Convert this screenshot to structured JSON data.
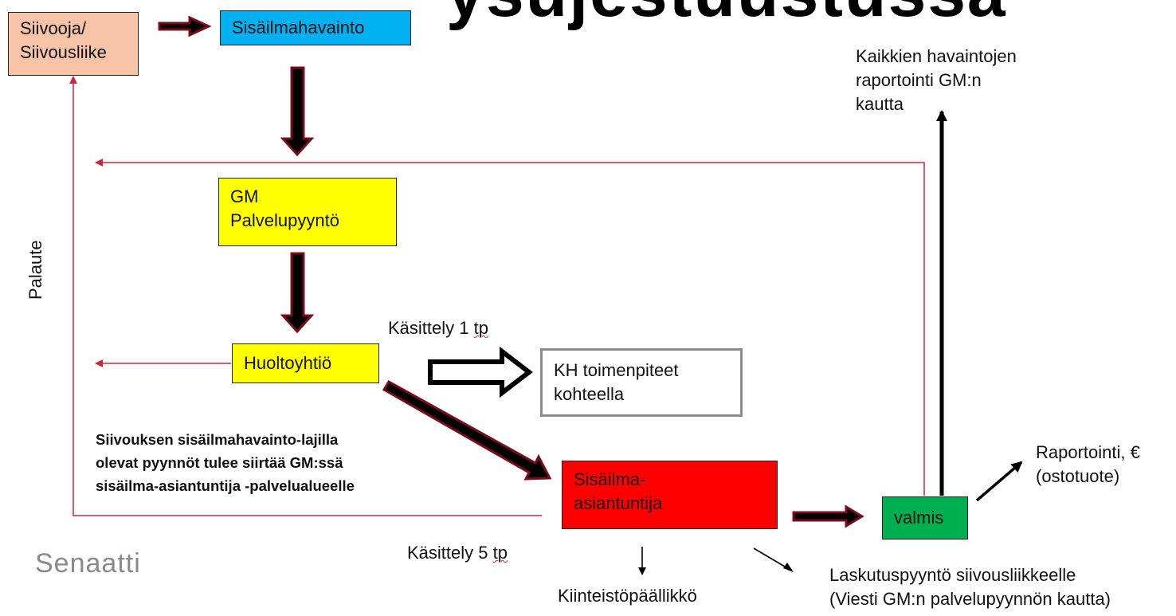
{
  "colors": {
    "feedback_line": "#d0243c",
    "arrow_body": "#000000",
    "arrow_outline": "#7a0d1c",
    "siivooja_fill": "#f8c4a8",
    "havainto_fill": "#00b0f0",
    "gm_fill": "#ffff00",
    "huolto_fill": "#ffff00",
    "asiantuntija_fill": "#ff0000",
    "valmis_fill": "#00b050"
  },
  "title_fragment": "ysujestuustussä",
  "boxes": {
    "siivooja": [
      "Siivooja/",
      "Siivousliike"
    ],
    "havainto": "Sisäilmahavainto",
    "gm": [
      "GM",
      "Palvelupyyntö"
    ],
    "huolto": "Huoltoyhtiö",
    "kh": [
      "KH toimenpiteet",
      "kohteella"
    ],
    "asiantuntija": [
      "Sisäilma-",
      "asiantuntija"
    ],
    "valmis": "valmis"
  },
  "labels": {
    "palaute": "Palaute",
    "raportointi_gm": [
      "Kaikkien havaintojen",
      "raportointi GM:n",
      "kautta"
    ],
    "kasittely1_text": "Käsittely 1 ",
    "kasittely1_unit": "tp",
    "kasittely5_text": "Käsittely 5 ",
    "kasittely5_unit": "tp",
    "note": [
      "Siivouksen sisäilmahavainto-lajilla",
      "olevat pyynnöt tulee siirtää GM:ssä",
      "sisäilma-asiantuntija -palvelualueelle"
    ],
    "raportointi_euro": [
      "Raportointi, €",
      "(ostotuote)"
    ],
    "kiinteisto": "Kiinteistöpäällikkö",
    "laskutus": [
      "Laskutuspyyntö siivousliikkeelle",
      "(Viesti GM:n palvelupyynnön kautta)"
    ]
  },
  "logo": "Senaatti"
}
